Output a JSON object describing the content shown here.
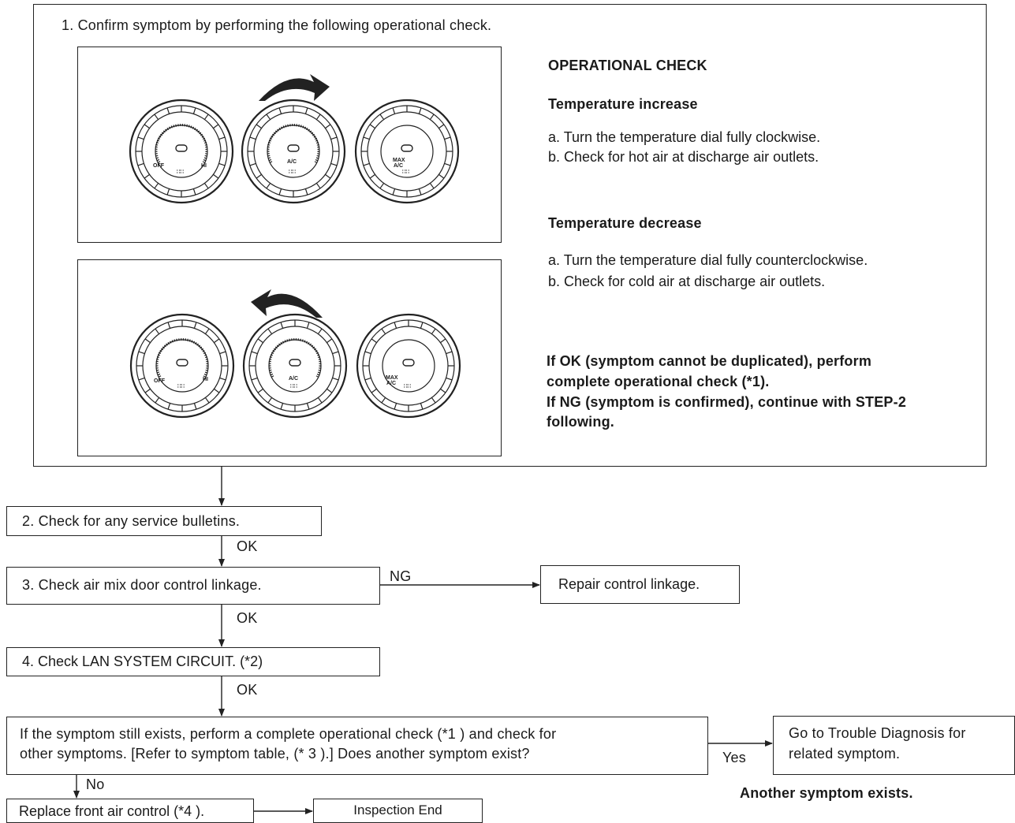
{
  "step1": {
    "title": "1. Confirm symptom by performing the following operational check.",
    "check_heading": "OPERATIONAL CHECK",
    "increase": {
      "heading": "Temperature increase",
      "line_a": "a. Turn the temperature dial fully clockwise.",
      "line_b": "b. Check for hot air at discharge air outlets."
    },
    "decrease": {
      "heading": "Temperature decrease",
      "line_a": "a. Turn the temperature dial fully counterclockwise.",
      "line_b": "b. Check for cold air at discharge air outlets."
    },
    "result_lines": [
      "If OK (symptom cannot be duplicated), perform",
      "complete operational check (*1).",
      "If NG (symptom is confirmed), continue with STEP-2",
      "following."
    ],
    "dial_labels": {
      "off": "OFF",
      "hi": "HI",
      "ac": "A/C",
      "max": "MAX",
      "max_ac": "A/C"
    }
  },
  "step2": {
    "label": "2. Check for any service bulletins."
  },
  "step3": {
    "label": "3. Check air mix door control linkage."
  },
  "repair": {
    "label": "Repair control linkage."
  },
  "step4": {
    "label": "4. Check LAN SYSTEM CIRCUIT. (*2)"
  },
  "step5": {
    "line1": "If the symptom still exists, perform a complete operational check (*1 ) and check for",
    "line2": "other symptoms. [Refer to symptom table, (* 3 ).] Does another symptom exist?"
  },
  "goto": {
    "line1": "Go to Trouble Diagnosis for",
    "line2": "related symptom."
  },
  "another": "Another symptom exists.",
  "replace": {
    "label": "Replace front air control (*4 )."
  },
  "inspection_end": {
    "label": "Inspection End"
  },
  "edges": {
    "ok1": "OK",
    "ok2": "OK",
    "ok3": "OK",
    "ng": "NG",
    "yes": "Yes",
    "no": "No"
  }
}
